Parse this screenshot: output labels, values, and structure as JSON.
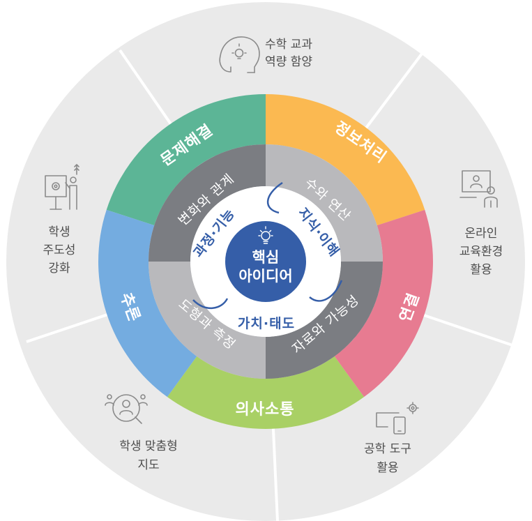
{
  "outer": {
    "top": [
      "수학 교과",
      "역량 함양"
    ],
    "right": [
      "온라인",
      "교육환경",
      "활용"
    ],
    "bottom_right": [
      "공학 도구",
      "활용"
    ],
    "bottom_left": [
      "학생 맞춤형",
      "지도"
    ],
    "left": [
      "학생",
      "주도성",
      "강화"
    ]
  },
  "competencies": {
    "problem_solving": "문제해결",
    "info_processing": "정보처리",
    "connection": "연결",
    "communication": "의사소통",
    "reasoning": "추론"
  },
  "areas": {
    "change_relation": "변화와 관계",
    "number_operation": "수와 연산",
    "data_possibility": "자료와 가능성",
    "geometry_measure": "도형과 측정"
  },
  "inner": {
    "process_skill": "과정·기능",
    "knowledge_understanding": "지식·이해",
    "value_attitude": "가치·태도"
  },
  "center": [
    "핵심",
    "아이디어"
  ],
  "colors": {
    "outer_ring": "#eaeaea",
    "problem_solving": "#5cb596",
    "info_processing": "#fbb951",
    "connection": "#e77b91",
    "communication": "#a9d065",
    "reasoning": "#74ace0",
    "dark_gray": "#7b7d82",
    "light_gray": "#b9b9bc",
    "center": "#355ea8",
    "inner_text": "#355ea8"
  },
  "icons": {
    "top": "head-lightbulb-icon",
    "right": "online-class-icon",
    "bottom_right": "engineering-tools-icon",
    "bottom_left": "student-focus-icon",
    "left": "presentation-icon",
    "center": "lightbulb-icon"
  }
}
